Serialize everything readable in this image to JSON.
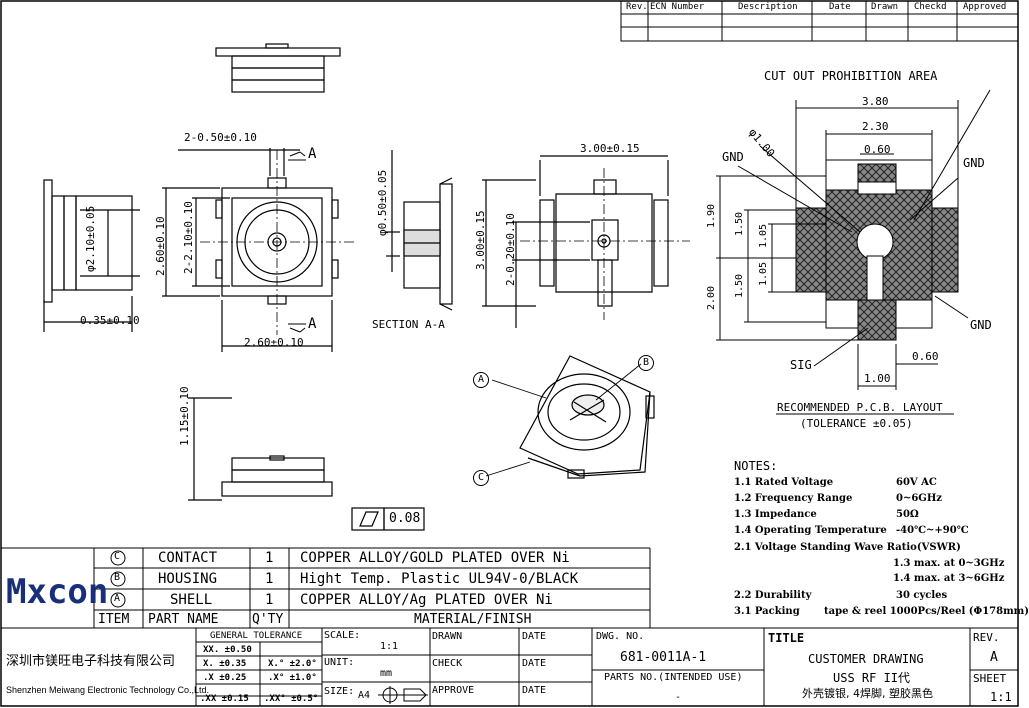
{
  "revision_table": {
    "headers": [
      "Rev.",
      "ECN Number",
      "Description",
      "Date",
      "Drawn",
      "Checkd",
      "Approved"
    ]
  },
  "dims": {
    "d1": "2-0.50±0.10",
    "d2": "2.60±0.10",
    "d3": "2-2.10±0.10",
    "d4": "2.60±0.10",
    "d5": "φ2.10±0.05",
    "d6": "0.35±0.10",
    "d7": "φ0.50±0.05",
    "d8": "3.00±0.15",
    "d9": "3.00±0.15",
    "d10": "2-0.20±0.10",
    "d11": "1.15±0.10",
    "flatness": "0.08",
    "section_a": "A",
    "section_label": "SECTION A-A"
  },
  "pcb": {
    "cutout": "CUT OUT PROHIBITION AREA",
    "w380": "3.80",
    "w230": "2.30",
    "w060a": "0.60",
    "phi100": "φ1.00",
    "gnd1": "GND",
    "gnd2": "GND",
    "gnd3": "GND",
    "sig": "SIG",
    "h190": "1.90",
    "h200": "2.00",
    "h150a": "1.50",
    "h150b": "1.50",
    "h105a": "1.05",
    "h105b": "1.05",
    "w060b": "0.60",
    "w100": "1.00",
    "title": "RECOMMENDED P.C.B. LAYOUT",
    "tolerance": "(TOLERANCE ±0.05)"
  },
  "callouts": {
    "a": "A",
    "b": "B",
    "c": "C"
  },
  "notes": {
    "title": "NOTES:",
    "items": [
      {
        "label": "1.1 Rated Voltage",
        "value": "60V AC"
      },
      {
        "label": "1.2 Frequency Range",
        "value": "0~6GHz"
      },
      {
        "label": "1.3 Impedance",
        "value": "50Ω"
      },
      {
        "label": "1.4 Operating Temperature",
        "value": "-40℃~+90℃"
      },
      {
        "label": "2.1 Voltage Standing Wave Ratio(VSWR)",
        "value": ""
      },
      {
        "label": "",
        "value": "1.3 max. at 0~3GHz"
      },
      {
        "label": "",
        "value": "1.4 max. at 3~6GHz"
      },
      {
        "label": "2.2 Durability",
        "value": "30 cycles"
      },
      {
        "label": "3.1 Packing",
        "value": "tape & reel 1000Pcs/Reel (Φ178mm)"
      }
    ]
  },
  "bom": {
    "rows": [
      {
        "sym": "C",
        "part": "CONTACT",
        "qty": "1",
        "material": "COPPER ALLOY/GOLD PLATED OVER Ni"
      },
      {
        "sym": "B",
        "part": "HOUSING",
        "qty": "1",
        "material": "Hight Temp. Plastic UL94V-0/BLACK"
      },
      {
        "sym": "A",
        "part": "SHELL",
        "qty": "1",
        "material": "COPPER ALLOY/Ag PLATED OVER Ni"
      }
    ],
    "header": {
      "item": "ITEM",
      "part": "PART NAME",
      "qty": "Q'TY",
      "material": "MATERIAL/FINISH"
    }
  },
  "company": {
    "logo": "Mxcon",
    "cn": "深圳市镁旺电子科技有限公司",
    "en": "Shenzhen Meiwang Electronic Technology Co.,Ltd."
  },
  "tolerance_block": {
    "title": "GENERAL TOLERANCE",
    "rows": [
      {
        "l": "XX. ±0.50",
        "r": ""
      },
      {
        "l": "X. ±0.35",
        "r": "X.° ±2.0°"
      },
      {
        "l": ".X ±0.25",
        "r": ".X° ±1.0°"
      },
      {
        "l": ".XX ±0.15",
        "r": ".XX° ±0.5°"
      }
    ]
  },
  "title_block": {
    "scale_label": "SCALE:",
    "scale": "1:1",
    "unit_label": "UNIT:",
    "unit": "mm",
    "size_label": "SIZE:",
    "size": "A4",
    "drawn": "DRAWN",
    "check": "CHECK",
    "approve": "APPROVE",
    "date1": "DATE",
    "date2": "DATE",
    "date3": "DATE",
    "dwg_label": "DWG. NO.",
    "dwg": "681-0011A-1",
    "parts_label": "PARTS NO.(INTENDED USE)",
    "parts": "-",
    "title_label": "TITLE",
    "title1": "CUSTOMER DRAWING",
    "title2": "USS RF II代",
    "title3": "外壳镀银, 4焊脚, 塑胶黑色",
    "rev_label": "REV.",
    "rev": "A",
    "sheet_label": "SHEET",
    "sheet": "1:1"
  }
}
